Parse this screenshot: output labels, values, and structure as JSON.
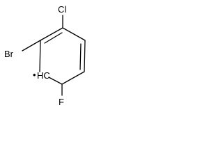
{
  "molecule": {
    "atoms": {
      "cl": "Cl",
      "br": "Br",
      "f": "F",
      "radical": "•",
      "hc": "HC"
    },
    "colors": {
      "ink": "#000000",
      "background": "#ffffff"
    }
  }
}
